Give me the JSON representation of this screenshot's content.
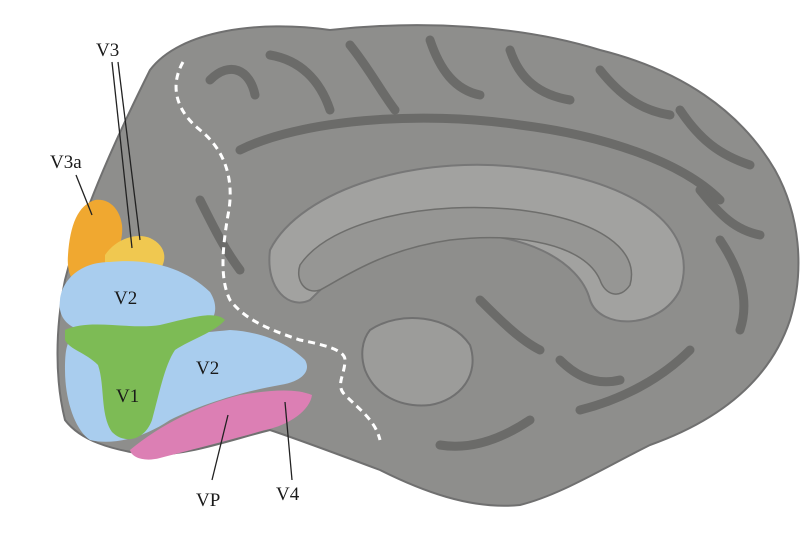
{
  "labels": {
    "v3": "V3",
    "v3a": "V3a",
    "v2_upper": "V2",
    "v2_lower": "V2",
    "v1": "V1",
    "vp": "VP",
    "v4": "V4"
  },
  "colors": {
    "background": "#ffffff",
    "cortex": "#8e8e8c",
    "gyrus_highlight": "#a2a2a0",
    "sulcus": "#6b6b69",
    "boundary_line": "#ffffff",
    "v1": "#7dbb55",
    "v2": "#a9cdee",
    "v3": "#f0c850",
    "v3a": "#f0a830",
    "vp_v4": "#dc7fb4",
    "leader_line": "#222222"
  }
}
